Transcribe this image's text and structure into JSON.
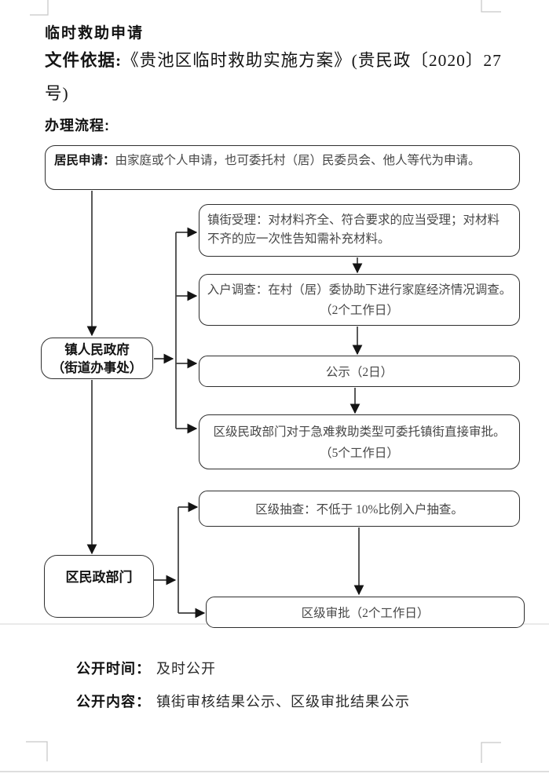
{
  "header": {
    "title": "临时救助申请",
    "basis_label": "文件依据:",
    "basis_text": "《贵池区临时救助实施方案》(贵民政〔2020〕27 号)",
    "process_label": "办理流程:"
  },
  "flowchart": {
    "resident_apply": {
      "label": "居民申请：",
      "text": "由家庭或个人申请，也可委托村（居）民委员会、他人等代为申请。"
    },
    "town_gov": {
      "line1": "镇人民政府",
      "line2": "（街道办事处）"
    },
    "accept": {
      "text": "镇街受理：对材料齐全、符合要求的应当受理；对材料不齐的应一次性告知需补充材料。"
    },
    "survey": {
      "text": "入户调查：在村（居）委协助下进行家庭经济情况调查。",
      "duration": "（2个工作日）"
    },
    "publicity": {
      "text": "公示（2日）"
    },
    "delegate": {
      "text": "区级民政部门对于急难救助类型可委托镇街直接审批。",
      "duration": "（5个工作日）"
    },
    "district_dept": {
      "label": "区民政部门"
    },
    "spot_check": {
      "text": "区级抽查：不低于 10%比例入户抽查。"
    },
    "approval": {
      "text": "区级审批（2个工作日）"
    }
  },
  "footer": {
    "time_label": "公开时间：",
    "time_value": "及时公开",
    "content_label": "公开内容：",
    "content_value": "镇街审核结果公示、区级审批结果公示"
  }
}
